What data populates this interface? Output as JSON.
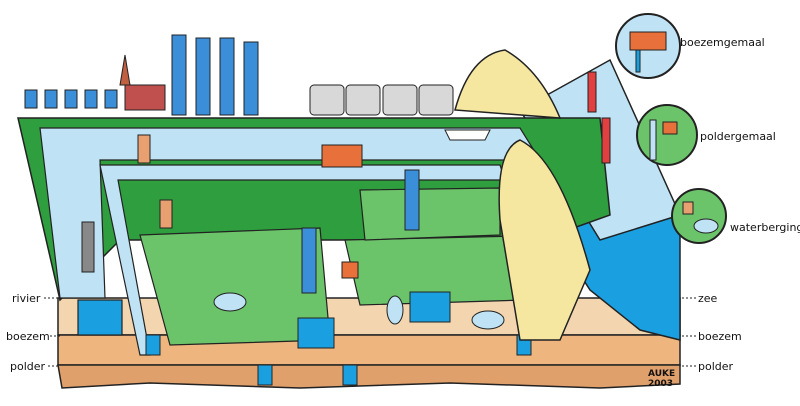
{
  "insets": [
    {
      "label": "boezemgemaal"
    },
    {
      "label": "poldergemaal"
    },
    {
      "label": "waterberging"
    }
  ],
  "left_levels": {
    "rivier": "rivier",
    "boezem": "boezem",
    "polder": "polder"
  },
  "right_levels": {
    "zee": "zee",
    "boezem": "boezem",
    "polder": "polder"
  },
  "signature": {
    "line1": "AUKE",
    "line2": "2003"
  },
  "colors": {
    "water": "#bfe3f5",
    "deep_water": "#1aa0e0",
    "grass": "#6cc46a",
    "dark_grass": "#2e9e3e",
    "sand": "#f5e6a0",
    "earth_light": "#f3d6b0",
    "earth_mid": "#efb57e",
    "earth_dark": "#e0a06c"
  }
}
